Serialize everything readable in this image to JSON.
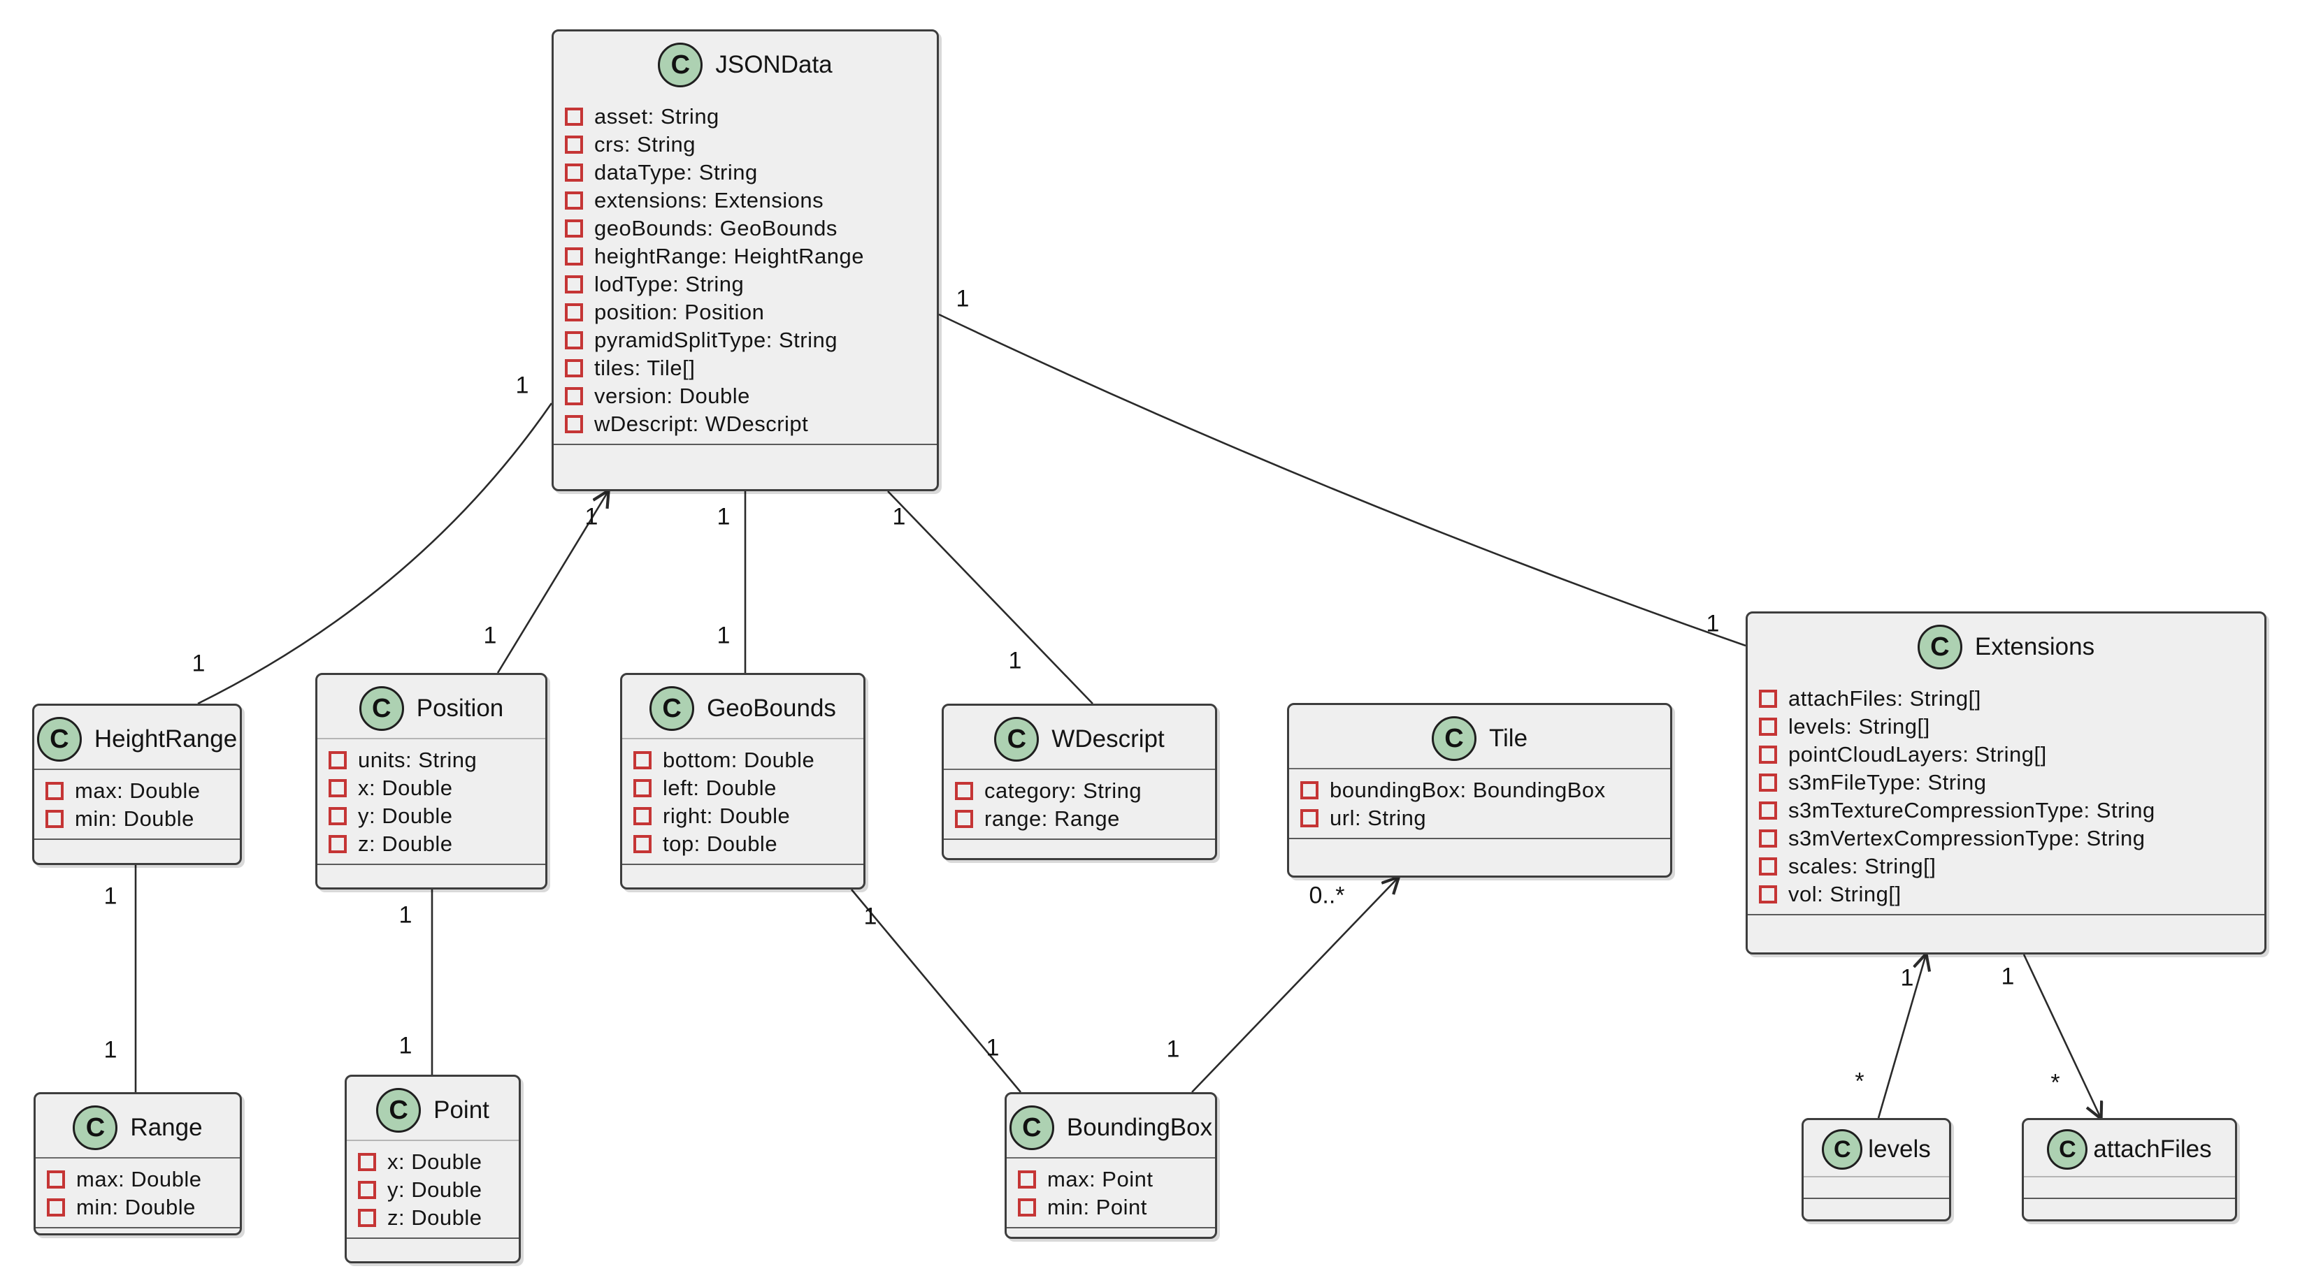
{
  "diagram": {
    "kind": "UML class diagram"
  },
  "colors": {
    "background": "#ffffff",
    "class_fill": "#efefef",
    "class_border": "#3d3d3d",
    "class_icon_fill": "#ADD1B2",
    "class_icon_border": "#1f1f1f",
    "private_field_icon": "#C53535",
    "association_line": "#2a2a2a",
    "text": "#141414"
  },
  "icons": {
    "class_letter": "C",
    "private_field": "red-open-square"
  },
  "classes": {
    "jsondata": {
      "name": "JSONData",
      "attrs": [
        "asset: String",
        "crs: String",
        "dataType: String",
        "extensions: Extensions",
        "geoBounds: GeoBounds",
        "heightRange: HeightRange",
        "lodType: String",
        "position: Position",
        "pyramidSplitType: String",
        "tiles: Tile[]",
        "version: Double",
        "wDescript: WDescript"
      ]
    },
    "heightrange": {
      "name": "HeightRange",
      "attrs": [
        "max: Double",
        "min: Double"
      ]
    },
    "position": {
      "name": "Position",
      "attrs": [
        "units: String",
        "x: Double",
        "y: Double",
        "z: Double"
      ]
    },
    "geobounds": {
      "name": "GeoBounds",
      "attrs": [
        "bottom: Double",
        "left: Double",
        "right: Double",
        "top: Double"
      ]
    },
    "wdescript": {
      "name": "WDescript",
      "attrs": [
        "category: String",
        "range: Range"
      ]
    },
    "tile": {
      "name": "Tile",
      "attrs": [
        "boundingBox: BoundingBox",
        "url: String"
      ]
    },
    "extensions": {
      "name": "Extensions",
      "attrs": [
        "attachFiles: String[]",
        "levels: String[]",
        "pointCloudLayers: String[]",
        "s3mFileType: String",
        "s3mTextureCompressionType: String",
        "s3mVertexCompressionType: String",
        "scales: String[]",
        "vol: String[]"
      ]
    },
    "range": {
      "name": "Range",
      "attrs": [
        "max: Double",
        "min: Double"
      ]
    },
    "point": {
      "name": "Point",
      "attrs": [
        "x: Double",
        "y: Double",
        "z: Double"
      ]
    },
    "boundingbox": {
      "name": "BoundingBox",
      "attrs": [
        "max: Point",
        "min: Point"
      ]
    },
    "levels": {
      "name": "levels",
      "attrs": []
    },
    "attachfiles": {
      "name": "attachFiles",
      "attrs": []
    }
  },
  "edges": [
    {
      "source": "JSONData",
      "target": "HeightRange",
      "source_label": "1",
      "target_label": "1"
    },
    {
      "source": "JSONData",
      "target": "Position",
      "source_label": "1",
      "target_label": "1"
    },
    {
      "source": "JSONData",
      "target": "GeoBounds",
      "source_label": "1",
      "target_label": "1"
    },
    {
      "source": "JSONData",
      "target": "WDescript",
      "source_label": "1",
      "target_label": "1"
    },
    {
      "source": "JSONData",
      "target": "Extensions",
      "source_label": "1",
      "target_label": "1"
    },
    {
      "source": "HeightRange",
      "target": "Range",
      "source_label": "1",
      "target_label": "1"
    },
    {
      "source": "Position",
      "target": "Point",
      "source_label": "1",
      "target_label": "1"
    },
    {
      "source": "GeoBounds",
      "target": "BoundingBox",
      "source_label": "1",
      "target_label": "1"
    },
    {
      "source": "BoundingBox",
      "target": "Tile",
      "source_label": "1",
      "target_label": "0..*"
    },
    {
      "source": "Extensions",
      "target": "levels",
      "source_label": "1",
      "target_label": "*"
    },
    {
      "source": "Extensions",
      "target": "attachFiles",
      "source_label": "1",
      "target_label": "*"
    }
  ]
}
